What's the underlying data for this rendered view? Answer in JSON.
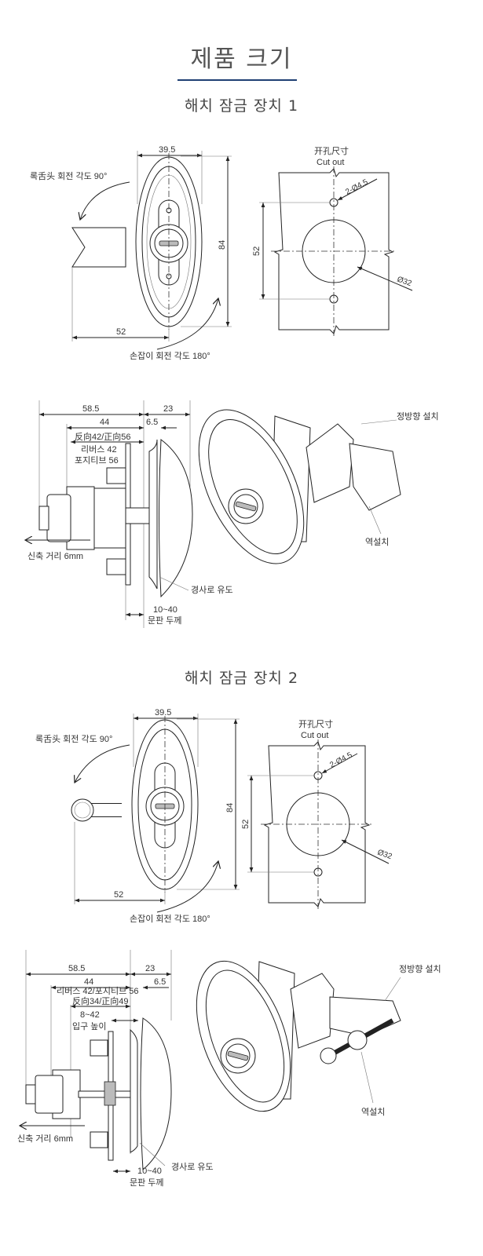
{
  "page_title": "제품 크기",
  "sections": [
    {
      "subtitle": "해치 잠금 장치 1",
      "front": {
        "width": "39.5",
        "height": "84",
        "throw": "52",
        "tongue_label": "록舌头 회전 각도 90°",
        "handle_label": "손잡이 회전 각도 180°"
      },
      "cutout": {
        "title_cn": "开孔尺寸",
        "title_en": "Cut out",
        "spacing": "52",
        "holes": "2-Ø4.5",
        "diameter": "Ø32"
      },
      "side": {
        "total": "58.5",
        "knob": "23",
        "body": "44",
        "flange": "6.5",
        "range_cn": "反向42/正向56",
        "reverse": "리버스 42",
        "positive": "포지티브 56",
        "travel": "신축 거리 6mm",
        "ramp": "경사로 유도",
        "door_range": "10~40",
        "door_label": "문판 두께"
      },
      "iso": {
        "forward": "정방향 설치",
        "reverse": "역설치"
      }
    },
    {
      "subtitle": "해치 잠금 장치 2",
      "front": {
        "width": "39.5",
        "height": "84",
        "throw": "52",
        "tongue_label": "록舌头 회전 각도 90°",
        "handle_label": "손잡이 회전 각도 180°"
      },
      "cutout": {
        "title_cn": "开孔尺寸",
        "title_en": "Cut out",
        "spacing": "52",
        "holes": "2-Ø4.5",
        "diameter": "Ø32"
      },
      "side": {
        "total": "58.5",
        "knob": "23",
        "body": "44",
        "flange": "6.5",
        "range_kr": "리버스 42/포지티브 56",
        "range_cn": "反向34/正向49",
        "grip": "8~42",
        "grip_label": "입구 높이",
        "travel": "신축 거리 6mm",
        "ramp": "경사로 유도",
        "door_range": "10~40",
        "door_label": "문판 두께"
      },
      "iso": {
        "forward": "정방향 설치",
        "reverse": "역설치"
      }
    }
  ]
}
